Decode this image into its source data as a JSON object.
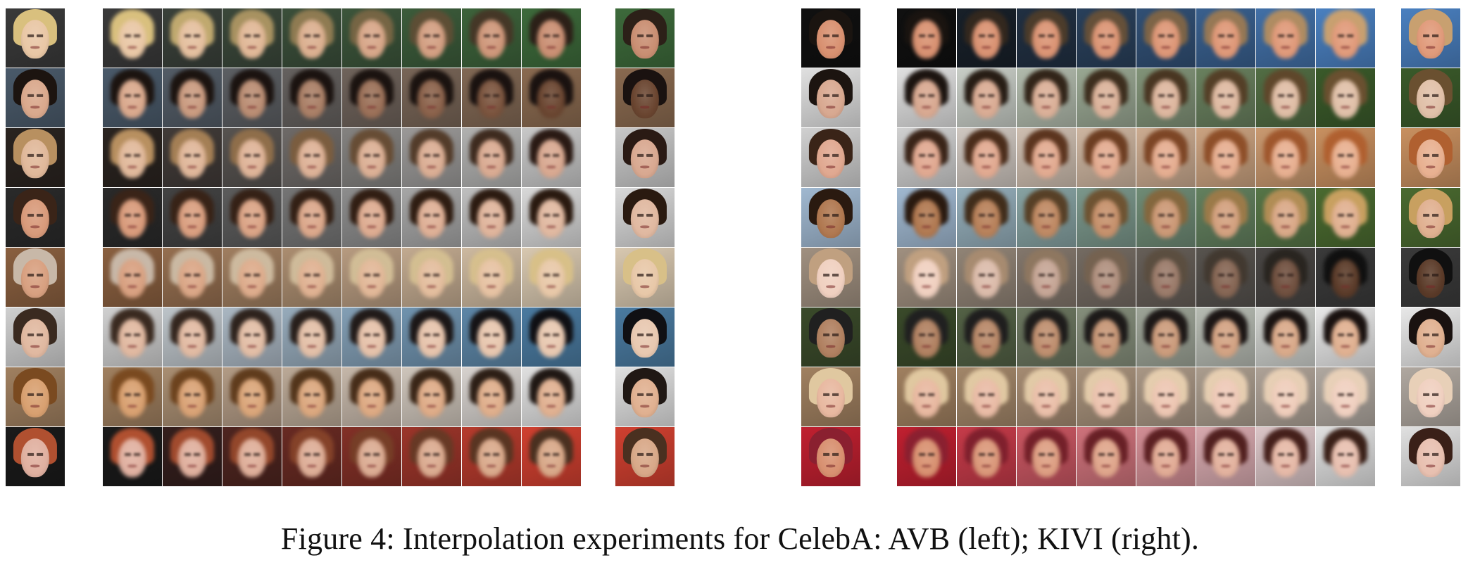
{
  "figure": {
    "caption": "Figure 4: Interpolation experiments for CelebA: AVB (left); KIVI (right).",
    "panels": [
      {
        "method": "AVB",
        "rows": [
          {
            "start": {
              "skin": "#e9c7a5",
              "hair": "#d9c07e",
              "bg": "#3a3a3a"
            },
            "end": {
              "skin": "#c98e72",
              "hair": "#2c2018",
              "bg": "#3d6a3b"
            }
          },
          {
            "start": {
              "skin": "#d9a88c",
              "hair": "#1c1410",
              "bg": "#4a5a6a"
            },
            "end": {
              "skin": "#6a4530",
              "hair": "#1a1210",
              "bg": "#8a6a50"
            }
          },
          {
            "start": {
              "skin": "#e0b89a",
              "hair": "#b89060",
              "bg": "#2a2420"
            },
            "end": {
              "skin": "#d8a890",
              "hair": "#2a1a14",
              "bg": "#c8c8c8"
            }
          },
          {
            "start": {
              "skin": "#d89a7a",
              "hair": "#3a2418",
              "bg": "#2a2a2a"
            },
            "end": {
              "skin": "#e0b8a0",
              "hair": "#2a1a10",
              "bg": "#d8d8d8"
            }
          },
          {
            "start": {
              "skin": "#d8a080",
              "hair": "#c8b8a8",
              "bg": "#8a6040"
            },
            "end": {
              "skin": "#e8c8a8",
              "hair": "#d8c088",
              "bg": "#d8c8b0"
            }
          },
          {
            "start": {
              "skin": "#e0b8a0",
              "hair": "#3a2a20",
              "bg": "#d0d0d0"
            },
            "end": {
              "skin": "#e8c8b0",
              "hair": "#101014",
              "bg": "#4a7aa0"
            }
          },
          {
            "start": {
              "skin": "#d8a070",
              "hair": "#7a4a20",
              "bg": "#a08060"
            },
            "end": {
              "skin": "#e0b090",
              "hair": "#201814",
              "bg": "#e0e0e0"
            }
          },
          {
            "start": {
              "skin": "#e0b0a0",
              "hair": "#b05030",
              "bg": "#1a1a1a"
            },
            "end": {
              "skin": "#d8a888",
              "hair": "#4a3020",
              "bg": "#d04030"
            }
          }
        ]
      },
      {
        "method": "KIVI",
        "rows": [
          {
            "start": {
              "skin": "#d89070",
              "hair": "#1a1410",
              "bg": "#101010"
            },
            "end": {
              "skin": "#e09a7a",
              "hair": "#c8a070",
              "bg": "#4a80c0"
            }
          },
          {
            "start": {
              "skin": "#d8a890",
              "hair": "#1c1410",
              "bg": "#e0e0e0"
            },
            "end": {
              "skin": "#e0c0a8",
              "hair": "#6a5030",
              "bg": "#3a5a2a"
            }
          },
          {
            "start": {
              "skin": "#e0a890",
              "hair": "#3a2418",
              "bg": "#d0d0d0"
            },
            "end": {
              "skin": "#e8b090",
              "hair": "#b06030",
              "bg": "#c89060"
            }
          },
          {
            "start": {
              "skin": "#b07850",
              "hair": "#2a1a10",
              "bg": "#a0b8d0"
            },
            "end": {
              "skin": "#e0b090",
              "hair": "#c8a060",
              "bg": "#4a6a30"
            }
          },
          {
            "start": {
              "skin": "#f0d0c0",
              "hair": "#c0a080",
              "bg": "#a09080"
            },
            "end": {
              "skin": "#5a3a28",
              "hair": "#101010",
              "bg": "#3a3a3a"
            }
          },
          {
            "start": {
              "skin": "#b08060",
              "hair": "#202020",
              "bg": "#3a4a2a"
            },
            "end": {
              "skin": "#e0b090",
              "hair": "#1a1210",
              "bg": "#e8e8e8"
            }
          },
          {
            "start": {
              "skin": "#e8b8a0",
              "hair": "#e0c8a0",
              "bg": "#a08060"
            },
            "end": {
              "skin": "#f0d0c0",
              "hair": "#e8d0b8",
              "bg": "#b0a8a0"
            }
          },
          {
            "start": {
              "skin": "#d89070",
              "hair": "#8a2030",
              "bg": "#c02030"
            },
            "end": {
              "skin": "#e8c0b0",
              "hair": "#3a2018",
              "bg": "#e0e0e0"
            }
          }
        ]
      }
    ]
  }
}
